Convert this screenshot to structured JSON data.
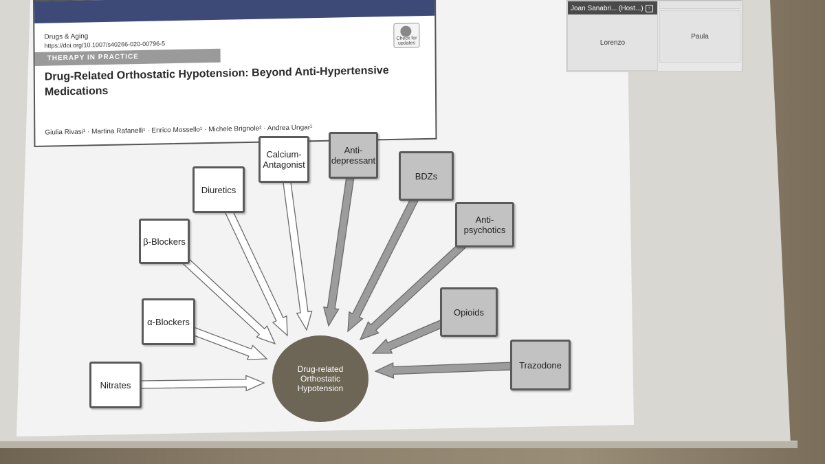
{
  "paper": {
    "journal": "Drugs & Aging",
    "doi": "https://doi.org/10.1007/s40266-020-00796-5",
    "category": "THERAPY IN PRACTICE",
    "updates_label": "Check for updates",
    "title": "Drug-Related Orthostatic Hypotension: Beyond Anti-Hypertensive Medications",
    "authors": "Giulia Rivasi¹ · Martina Rafanelli¹ · Enrico Mossello¹ · Michele Brignole² · Andrea Ungar¹"
  },
  "diagram": {
    "center": "Drug-related\nOrthostatic\nHypotension",
    "drugs": [
      {
        "label": "Nitrates"
      },
      {
        "label": "α-Blockers"
      },
      {
        "label": "β-Blockers"
      },
      {
        "label": "Diuretics"
      },
      {
        "label": "Calcium-\nAntagonist"
      },
      {
        "label": "Anti-\ndepressant"
      },
      {
        "label": "BDZs"
      },
      {
        "label": "Anti-\npsychotics"
      },
      {
        "label": "Opioids"
      },
      {
        "label": "Trazodone"
      }
    ]
  },
  "participants": {
    "host": "Joan Sanabri... (Host...)",
    "tiles": [
      "Lorenzo",
      "Paula"
    ]
  },
  "colors": {
    "hypertensive_fill": "#ffffff",
    "cns_fill": "#c2c2c2",
    "center_fill": "#6d6556",
    "header_banner": "#3d4a78"
  }
}
